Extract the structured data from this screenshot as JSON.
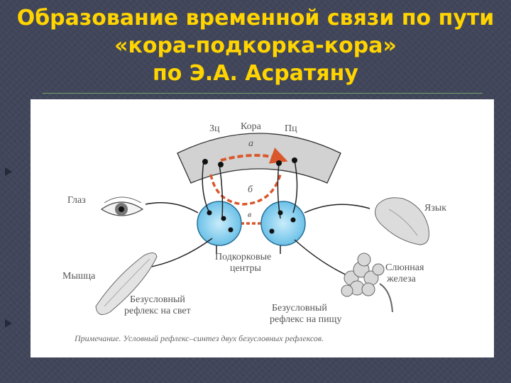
{
  "title": {
    "line1": "Образование временной связи по пути",
    "line2": "«кора-подкорка-кора»",
    "line3": "по Э.А. Асратяну"
  },
  "diagram": {
    "labels": {
      "zc": "Зц",
      "cortex": "Кора",
      "pc": "Пц",
      "a": "а",
      "b": "б",
      "v": "в",
      "eye": "Глаз",
      "tongue": "Язык",
      "muscle": "Мышца",
      "subcortical_1": "Подкорковые",
      "subcortical_2": "центры",
      "salivary_1": "Слюнная",
      "salivary_2": "железа",
      "uncond_light_1": "Безусловный",
      "uncond_light_2": "рефлекс на свет",
      "uncond_food_1": "Безусловный",
      "uncond_food_2": "рефлекс на пищу"
    },
    "note": "Примечание. Условный рефлекс–синтез двух безусловных рефлексов."
  },
  "colors": {
    "title": "#ffd400",
    "background": "#41465a",
    "center_fill": "#8fd0ee",
    "link": "#d9572a",
    "cortex_band": "#d2d2d2"
  }
}
